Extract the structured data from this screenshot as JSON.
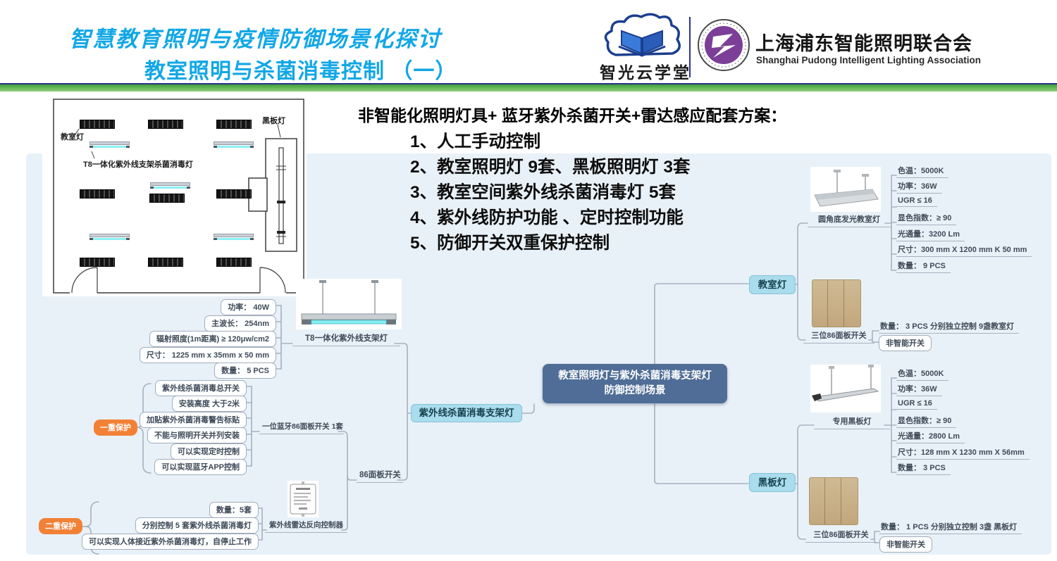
{
  "header": {
    "title_line1": "智慧教育照明与疫情防御场景化探讨",
    "title_line2": "教室照明与杀菌消毒控制 （一）",
    "logo_left_text": "智光云学堂",
    "logo_right_cn": "上海浦东智能照明联合会",
    "logo_right_en": "Shanghai Pudong Intelligent Lighting Association"
  },
  "floorplan": {
    "classroom_light_label": "教室灯",
    "uv_light_label": "T8一体化紫外线支架杀菌消毒灯",
    "blackboard_light_label": "黑板灯"
  },
  "scheme": {
    "heading": "非智能化照明灯具+ 蓝牙紫外杀菌开关+雷达感应配套方案：",
    "items": [
      "1、人工手动控制",
      "2、教室照明灯 9套、黑板照明灯 3套",
      "3、教室空间紫外线杀菌消毒灯 5套",
      "4、紫外线防护功能 、定时控制功能",
      "5、防御开关双重保护控制"
    ]
  },
  "mindmap": {
    "central_line1": "教室照明灯与紫外杀菌消毒支架灯",
    "central_line2": "防御控制场景",
    "uv": {
      "node": "紫外线杀菌消毒支架灯",
      "t8_label": "T8一体化紫外线支架灯",
      "t8_props": [
        "功率： 40W",
        "主波长： 254nm",
        "辐射照度(1m距离) ≥ 120μw/cm2",
        "尺寸： 1225 mm x 35mm x 50 mm",
        "数量： 5 PCS"
      ],
      "panel_label": "86面板开关",
      "bt_panel_label": "一位蓝牙86面板开关 1套",
      "protection1_node": "一重保护",
      "protection1_items": [
        "紫外线杀菌消毒总开关",
        "安装高度 大于2米",
        "加贴紫外杀菌消毒警告标贴",
        "不能与照明开关并列安装",
        "可以实现定时控制",
        "可以实现蓝牙APP控制"
      ],
      "radar_label": "紫外线雷达反向控制器",
      "protection2_node": "二重保护",
      "protection2_items": [
        "数量：5套",
        "分别控制 5 套紫外线杀菌消毒灯",
        "可以实现人体接近紫外杀菌消毒灯，自停止工作"
      ]
    },
    "classroom": {
      "node": "教室灯",
      "lamp_label": "圆角底发光教室灯",
      "props": [
        "色温：5000K",
        "功率：36W",
        "UGR ≤ 16",
        "显色指数：≥ 90",
        "光通量：3200 Lm",
        "尺寸：300 mm X 1200 mm K 50 mm",
        "数量： 9 PCS"
      ],
      "switch_label": "三位86面板开关",
      "switch_qty": "数量：  3 PCS 分别独立控制 9盏教室灯",
      "switch_type": "非智能开关"
    },
    "blackboard": {
      "node": "黑板灯",
      "lamp_label": "专用黑板灯",
      "props": [
        "色温：5000K",
        "功率：36W",
        "UGR ≤ 16",
        "显色指数：≥ 90",
        "光通量：2800 Lm",
        "尺寸：128 mm X 1230 mm X 56mm",
        "数量： 3 PCS"
      ],
      "switch_label": "三位86面板开关",
      "switch_qty": "数量：  1 PCS 分别独立控制 3盏 黑板灯",
      "switch_type": "非智能开关"
    }
  }
}
